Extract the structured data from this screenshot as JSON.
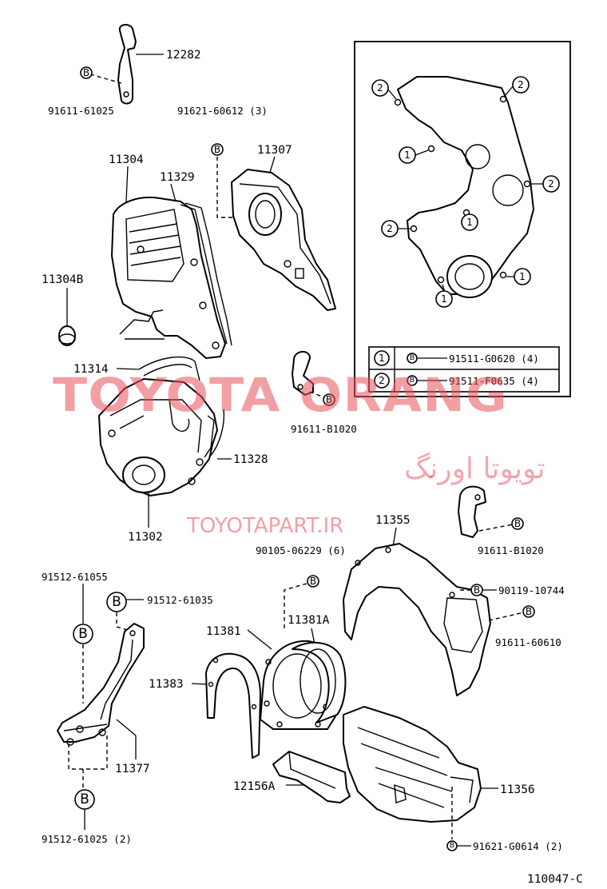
{
  "diagram_code": "110047-C",
  "watermark": {
    "brand": "TOYOTA ORANG",
    "arabic": "تويوتا اورنگ",
    "site": "TOYOTAPART.IR"
  },
  "badge_letter": "B",
  "callouts": {
    "p12282": "12282",
    "p91611_61025": "91611-61025",
    "p91621_60612": "91621-60612 (3)",
    "p11307": "11307",
    "p11304": "11304",
    "p11329": "11329",
    "p11304B": "11304B",
    "p11314": "11314",
    "p91611_B1020a": "91611-B1020",
    "p11328": "11328",
    "p11302": "11302",
    "p11355": "11355",
    "p91611_B1020b": "91611-B1020",
    "p90105_06229": "90105-06229 (6)",
    "p90119_10744": "90119-10744",
    "p91512_61055": "91512-61055",
    "p91512_61035": "91512-61035",
    "p11381": "11381",
    "p11381A": "11381A",
    "p91611_60610": "91611-60610",
    "p11383": "11383",
    "p11377": "11377",
    "p12156A": "12156A",
    "p11356": "11356",
    "p91512_61025": "91512-61025 (2)",
    "p91621_G0614": "91621-G0614 (2)"
  },
  "inset": {
    "marker_1": "1",
    "marker_2": "2",
    "legend": [
      {
        "num": "1",
        "part": "91511-G0620 (4)"
      },
      {
        "num": "2",
        "part": "91511-F0635 (4)"
      }
    ]
  }
}
